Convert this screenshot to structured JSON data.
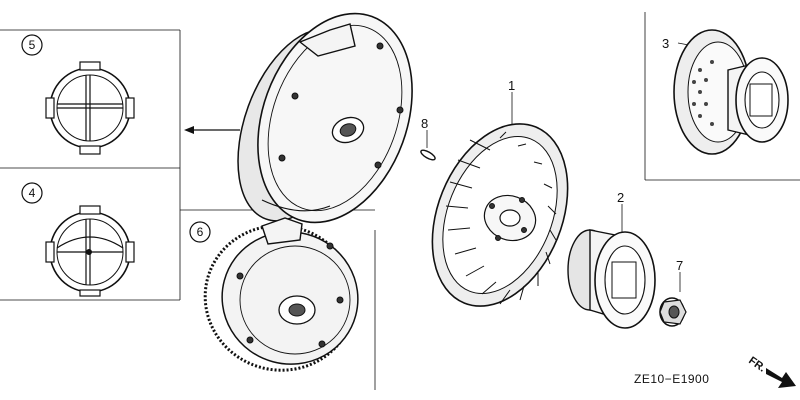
{
  "diagram_code": "ZE10−E1900",
  "direction_label": "FR.",
  "inset_labels": {
    "type_5": "5",
    "type_4": "4",
    "type_6": "6"
  },
  "callouts": {
    "part_1": "1",
    "part_2": "2",
    "part_3": "3",
    "part_7": "7",
    "part_8": "8"
  }
}
